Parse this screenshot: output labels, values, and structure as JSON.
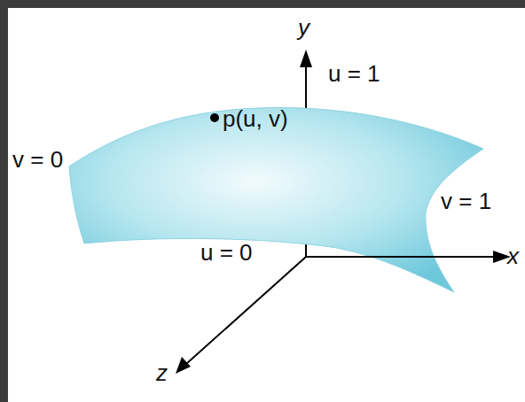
{
  "diagram": {
    "labels": [
      "y",
      "u = 1",
      "v = 0",
      "p(u, v)",
      "v = 1",
      "u = 0",
      "x",
      "z"
    ]
  }
}
